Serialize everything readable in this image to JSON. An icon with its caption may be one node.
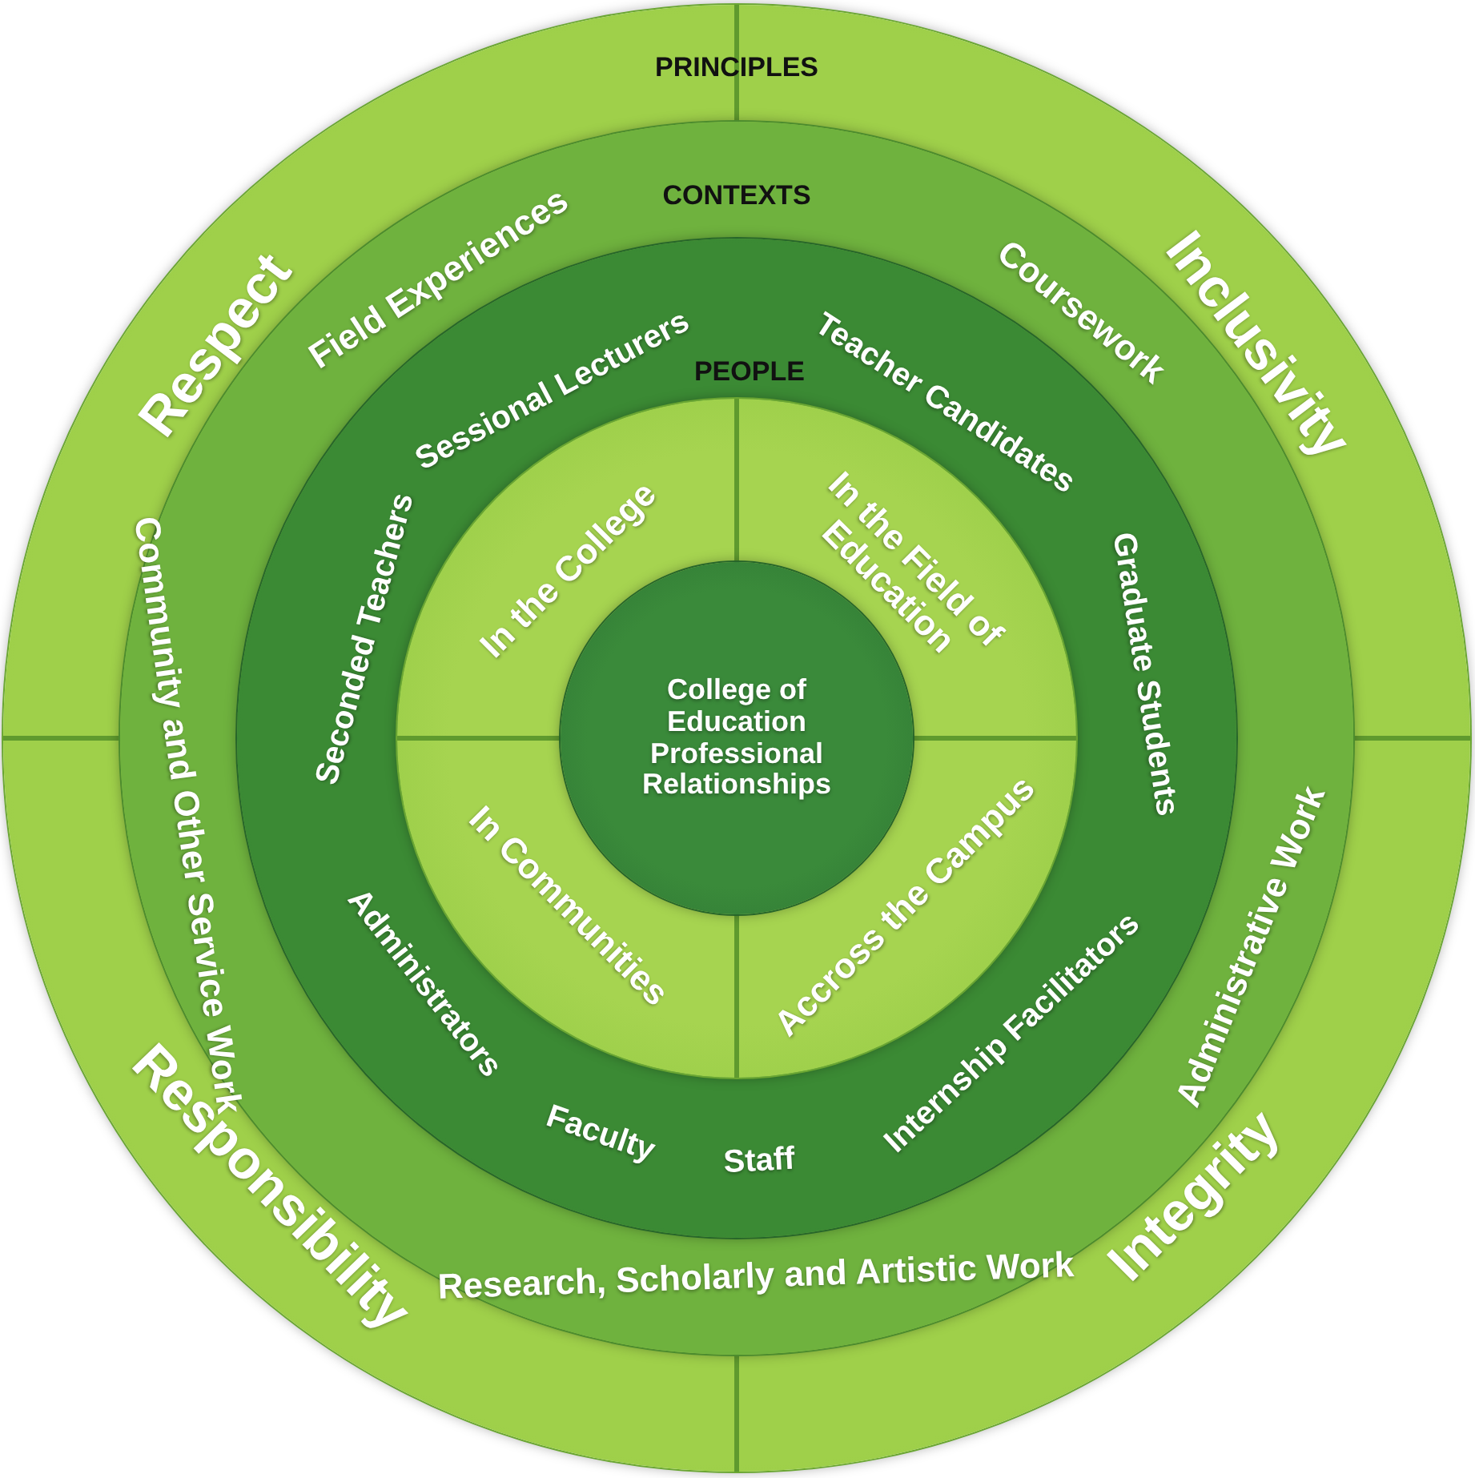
{
  "diagram": {
    "nodes": [
      {
        "text": [
          "PRINCIPLES"
        ]
      },
      {
        "text": [
          "CONTEXTS"
        ],
        "in": 0
      },
      {
        "text": [
          "PEOPLE"
        ],
        "in": 1
      },
      {
        "text": [],
        "shape": "circle",
        "in": 2
      },
      {
        "text": [
          "College of Education Professional Relationships"
        ],
        "in": 3
      }
    ],
    "edges": [],
    "labels": [
      "Respect",
      "Field Experiences",
      "Coursework",
      "Inclusivity",
      "Sessional Lecturers",
      "Teacher Candidates",
      "In the College",
      "In the Field of Education",
      "Seconded Teachers",
      "Graduate Students",
      "Community and Other Service Work",
      "Administrative Work",
      "Administrators",
      "In Communities",
      "Accross the Campus",
      "Internship Facilitators",
      "Faculty",
      "Staff",
      "Responsibility",
      "Integrity",
      "Research, Scholarly and Artistic Work"
    ]
  }
}
